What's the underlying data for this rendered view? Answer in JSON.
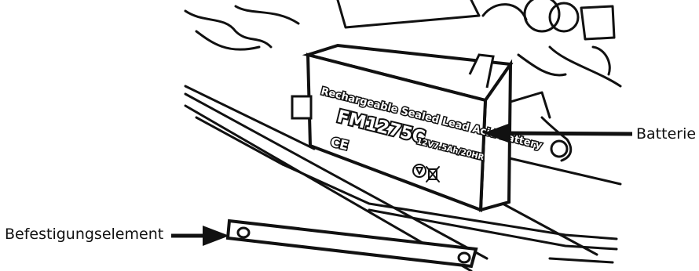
{
  "callouts": {
    "battery": "Batterie",
    "fastener": "Befestigungselement"
  },
  "battery_label": {
    "type_line": "Rechargeable Sealed Lead Acid Battery",
    "model": "FM1275C",
    "rating": "12V7.5Ah/20HR",
    "ce_mark": "CE"
  },
  "colors": {
    "ink": "#111111",
    "paper": "#ffffff"
  },
  "icons": [
    "battery-illustration",
    "mounting-bracket-illustration",
    "callout-arrow-icon",
    "recycle-icon",
    "crossed-bin-icon"
  ]
}
